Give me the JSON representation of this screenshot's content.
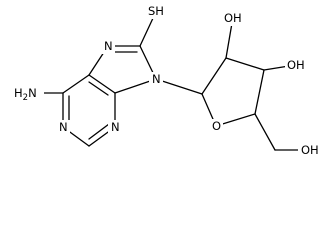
{
  "molecule": {
    "labels": {
      "amine": "H2N",
      "amine_main": "H",
      "amine_sub": "2",
      "amine_n": "N",
      "thiol": "SH",
      "n7": "N",
      "n9": "N",
      "n1": "N",
      "n3": "N",
      "ring_o": "O",
      "oh_2": "OH",
      "oh_3": "OH",
      "oh_5": "OH"
    }
  }
}
